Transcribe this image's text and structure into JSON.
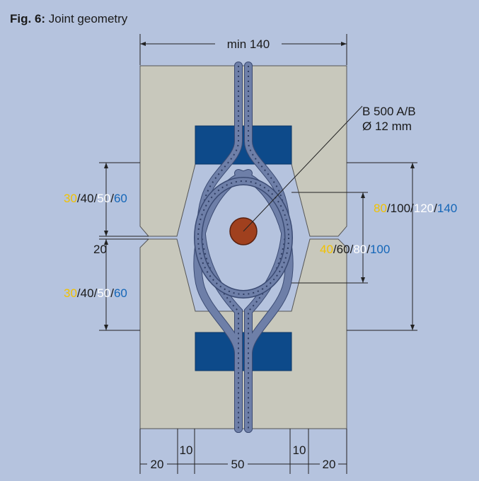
{
  "figure": {
    "title_bold": "Fig. 6:",
    "title_text": " Joint geometry"
  },
  "labels": {
    "top_width": "min 140",
    "rebar_line1": "B 500 A/B",
    "rebar_line2": "Ø 12 mm",
    "joint_gap": "20",
    "bottom_dims": [
      "20",
      "10",
      "50",
      "10",
      "20"
    ]
  },
  "series_labels": {
    "left_upper": [
      "30",
      "40",
      "50",
      "60"
    ],
    "left_lower": [
      "30",
      "40",
      "50",
      "60"
    ],
    "right_outer": [
      "80",
      "100",
      "120",
      "140"
    ],
    "right_inner": [
      "40",
      "60",
      "80",
      "100"
    ]
  },
  "colors": {
    "background": "#b5c3de",
    "concrete": "#c8c8bc",
    "anchor_block": "#0d4a8a",
    "rope": "#6e7fa8",
    "rebar": "#a0401e",
    "series": [
      "#f2c200",
      "#1a1a1a",
      "#ffffff",
      "#1466b8"
    ]
  }
}
